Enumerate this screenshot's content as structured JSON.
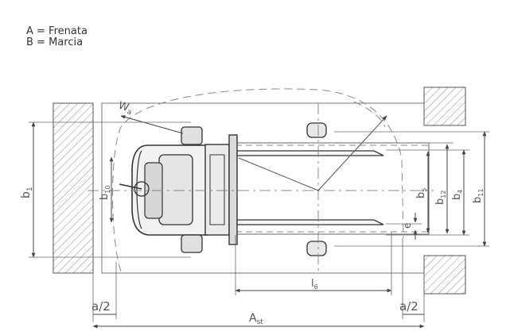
{
  "legend": {
    "line_a": "A = Frenata",
    "line_b": "B = Marcia"
  },
  "labels": {
    "wa": {
      "main": "W",
      "sub": "a"
    },
    "b1": {
      "main": "b",
      "sub": "1"
    },
    "b10": {
      "main": "b",
      "sub": "10"
    },
    "b5": {
      "main": "b",
      "sub": "5"
    },
    "b12": {
      "main": "b",
      "sub": "12"
    },
    "b4": {
      "main": "b",
      "sub": "4"
    },
    "b11": {
      "main": "b",
      "sub": "11"
    },
    "e": "e",
    "l6": {
      "main": "l",
      "sub": "6"
    },
    "a2_left": "a/2",
    "a2_right": "a/2",
    "ast": {
      "main": "A",
      "sub": "st"
    }
  }
}
